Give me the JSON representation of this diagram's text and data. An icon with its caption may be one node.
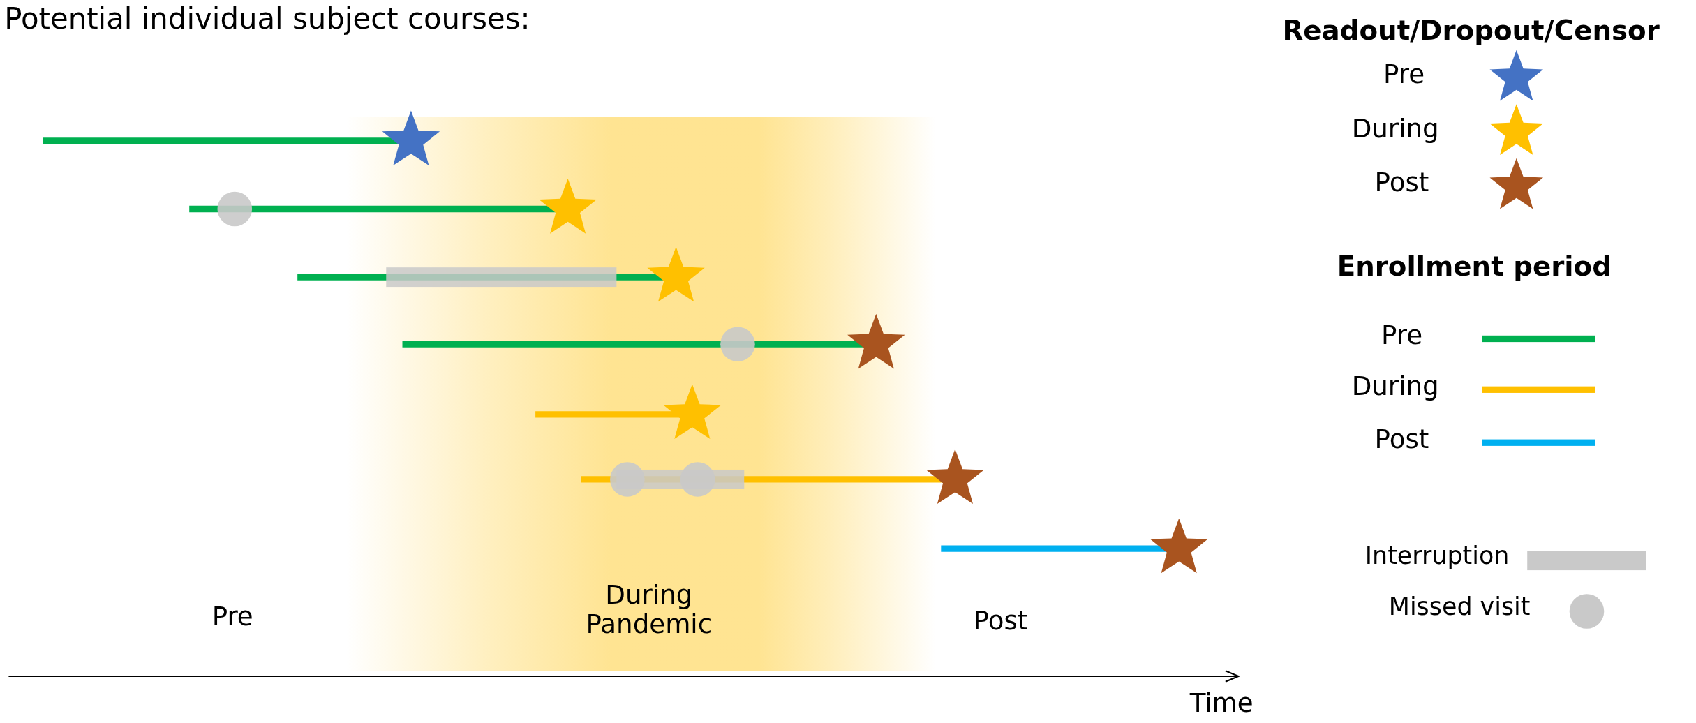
{
  "diagram": {
    "title": "Potential individual subject courses:",
    "labels": [
      "Readout/Dropout/Censor",
      "Enrollment period",
      "Pre",
      "During Pandemic",
      "Post",
      "Time"
    ],
    "legend": [
      {
        "text": "Pre",
        "color": "#4472c4"
      },
      {
        "text": "During",
        "color": "#ffc000"
      },
      {
        "text": "Post",
        "color": "#a9541f"
      },
      {
        "text": "Pre",
        "color": "#00b050"
      },
      {
        "text": "During",
        "color": "#ffc000"
      },
      {
        "text": "Post",
        "color": "#00b0f0"
      },
      {
        "text": "Interruption"
      },
      {
        "text": "Missed visit"
      }
    ]
  }
}
